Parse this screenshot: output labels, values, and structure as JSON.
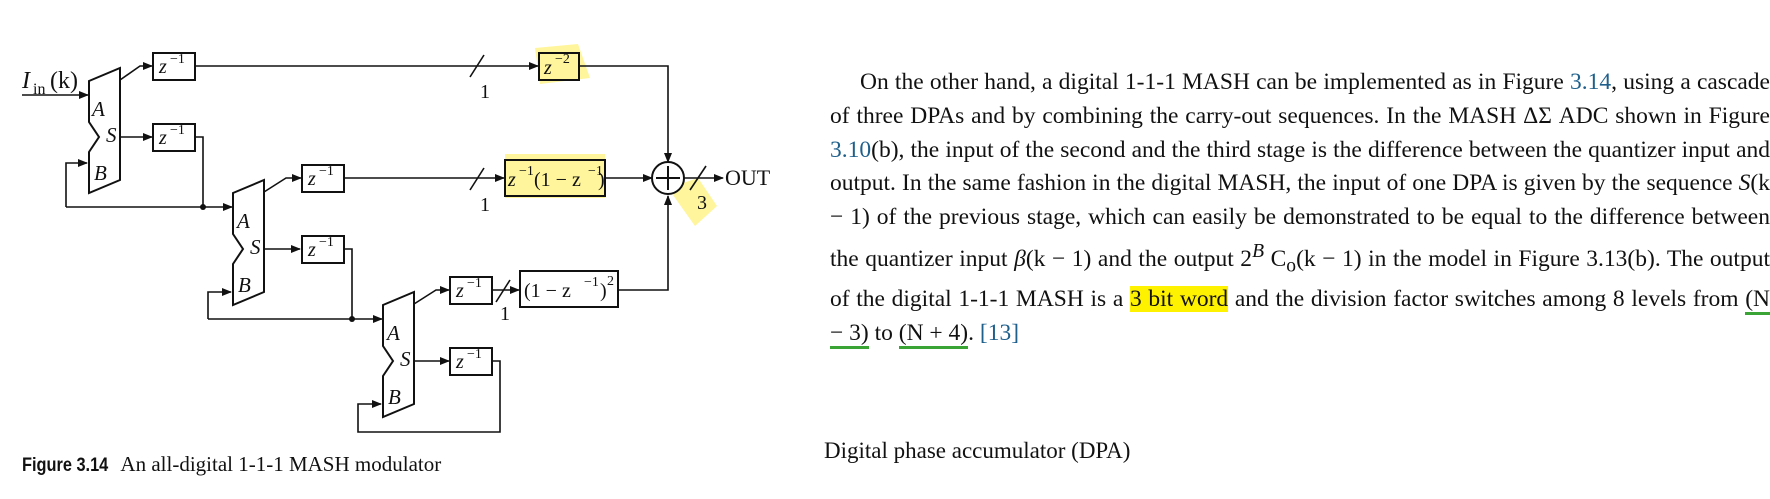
{
  "diagram": {
    "input_label": "I",
    "input_sub": "in",
    "input_arg": "(k)",
    "port_a": "A",
    "port_s": "S",
    "port_b": "B",
    "z_inv": "z",
    "z_inv_exp": "−1",
    "z2": "z",
    "z2_exp": "−2",
    "block2_z": "z",
    "block2_exp": "−1",
    "block2_rest": "(1 − z",
    "block2_exp2": "−1",
    "block2_close": ")",
    "block3_open": "(1 − z",
    "block3_exp": "−1",
    "block3_close": ")",
    "block3_pow": "2",
    "bus_width_1": "1",
    "bus_width_2": "1",
    "bus_width_3": "1",
    "bus_width_out": "3",
    "out_label": "OUT",
    "highlight_color": "#fff59d"
  },
  "caption": {
    "fig_num": "Figure 3.14",
    "text": "An all-digital 1-1-1 MASH modulator"
  },
  "paragraph": {
    "s1": "On the other hand, a digital 1-1-1 MASH can be implemented as in Figure ",
    "ref1": "3.14",
    "s2": ", using a cascade of three DPAs and by combining the carry-out sequences. In the MASH ΔΣ ADC shown in Figure ",
    "ref2": "3.10",
    "s3": "(b), the input of the second and the third stage is the difference between the quantizer input and output. In the same fashion in the digital MASH, the input of one DPA is given by the sequence ",
    "seq_S": "S",
    "seq_S_arg": "(k − 1)",
    "s4": " of the previous stage, which can easily be demonstrated to be equal to the difference between the quantizer input ",
    "beta": "β",
    "beta_arg": "(k − 1)",
    "s5": " and the output 2",
    "exp_B": "B",
    "c_o": " C",
    "c_o_sub": "o",
    "c_o_arg": "(k − 1)",
    "s6": " in the model in Figure 3.13(b). The output of the digital 1-1-1 MASH is a ",
    "hl_text": "3 bit word",
    "s7": " and the division factor switches among 8 levels from ",
    "range_start": "(N − 3)",
    "s8": " to",
    "range_end": "(N + 4)",
    "s9": ". ",
    "ref3": "[13]"
  },
  "section_heading": "Digital phase accumulator (DPA)"
}
